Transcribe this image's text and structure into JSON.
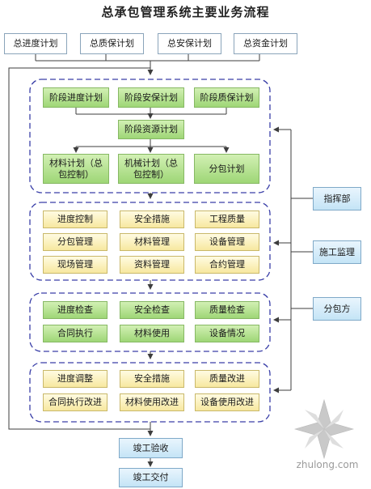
{
  "title": "总承包管理系统主要业务流程",
  "top_plans": [
    "总进度计划",
    "总质保计划",
    "总安保计划",
    "总资金计划"
  ],
  "group1": {
    "stage_plans": [
      "阶段进度计划",
      "阶段安保计划",
      "阶段质保计划"
    ],
    "resource_plan": "阶段资源计划",
    "sub_plans": [
      "材料计划（总包控制）",
      "机械计划（总包控制）",
      "分包计划"
    ]
  },
  "group2": [
    "进度控制",
    "安全措施",
    "工程质量",
    "分包管理",
    "材料管理",
    "设备管理",
    "现场管理",
    "资料管理",
    "合约管理"
  ],
  "group3": [
    "进度检查",
    "安全检查",
    "质量检查",
    "合同执行",
    "材料使用",
    "设备情况"
  ],
  "group4": [
    "进度调整",
    "安全措施",
    "质量改进",
    "合同执行改进",
    "材料使用改进",
    "设备使用改进"
  ],
  "side": [
    "指挥部",
    "施工监理",
    "分包方"
  ],
  "bottom": [
    "竣工验收",
    "竣工交付"
  ],
  "watermark": "zhulong.com",
  "colors": {
    "line": "#3d3d3d",
    "dashed_border": "#3a3fa8",
    "blue_box": "#c4e4f6",
    "green_box": "#9ed676",
    "yellow_box": "#f7e89f"
  }
}
